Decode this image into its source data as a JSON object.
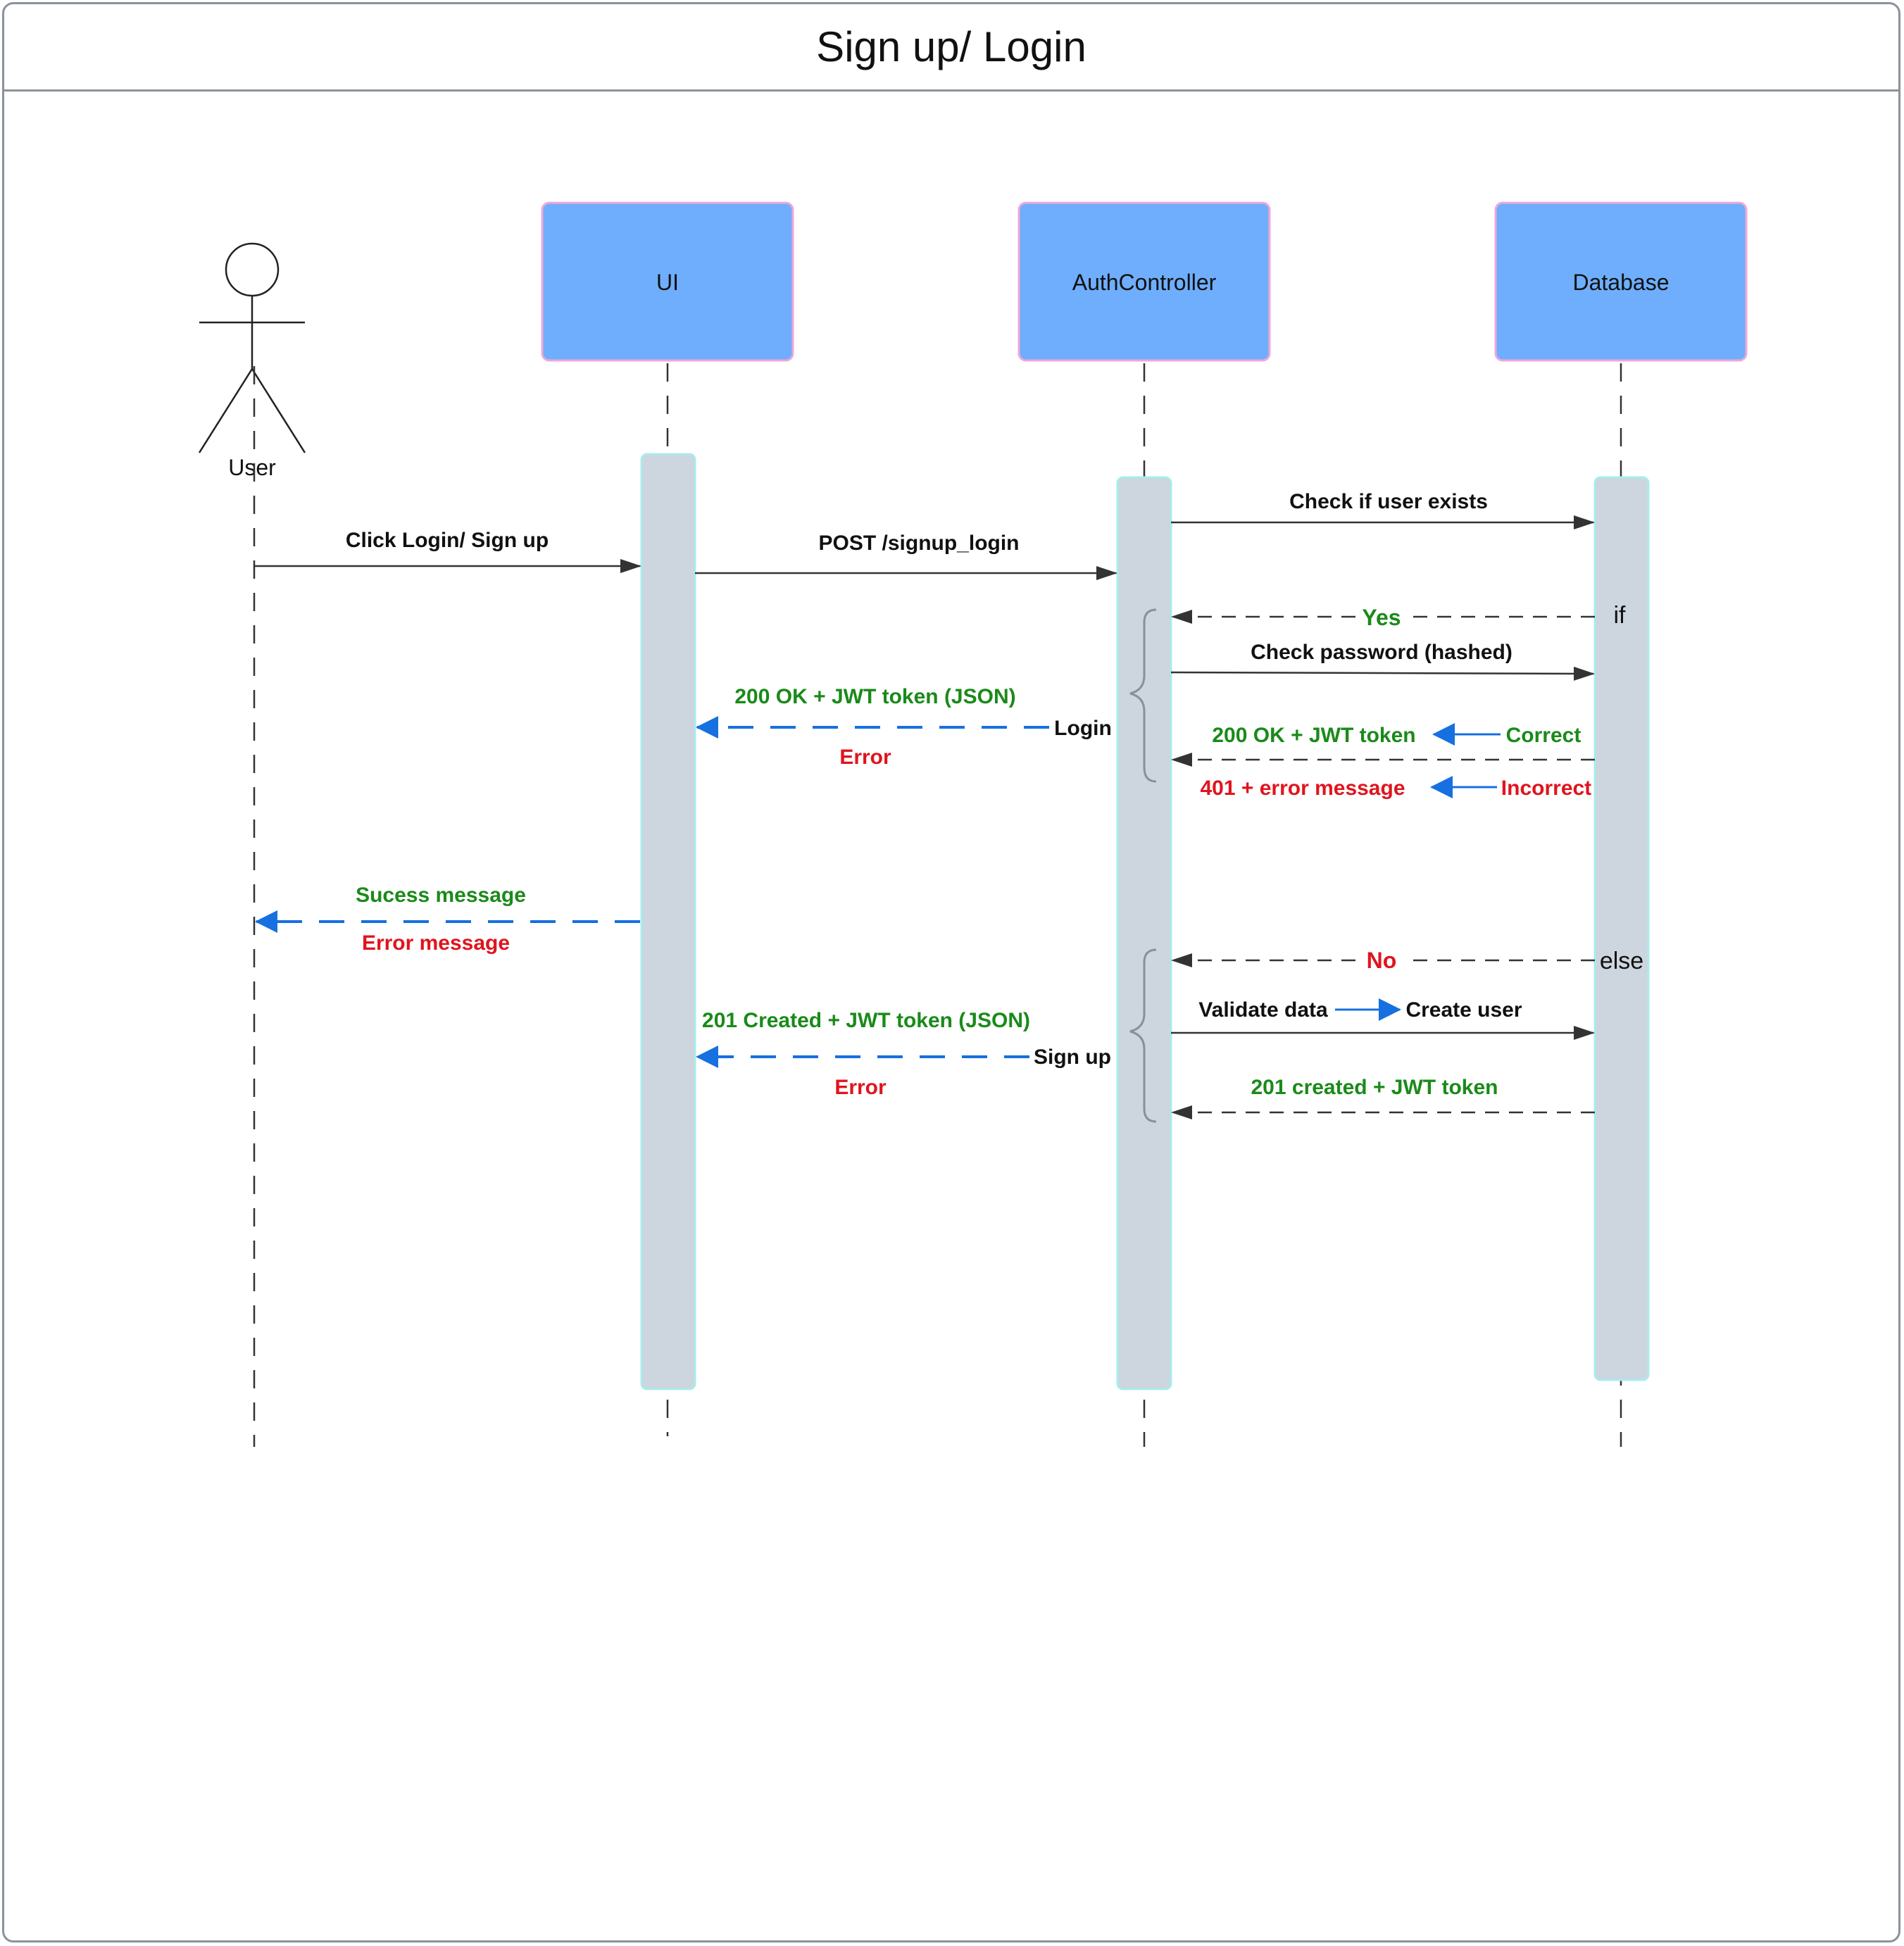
{
  "title": "Sign up/ Login",
  "participants": {
    "user": "User",
    "ui": "UI",
    "auth": "AuthController",
    "db": "Database"
  },
  "messages": {
    "click_login": "Click Login/ Sign up",
    "post_signup": "POST /signup_login",
    "check_user": "Check if user exists",
    "if_label": "if",
    "yes_label": "Yes",
    "check_password": "Check password (hashed)",
    "ok_jwt_json": "200 OK + JWT token (JSON)",
    "login_label": "Login",
    "login_error": "Error",
    "ok_jwt": "200 OK + JWT token",
    "correct": "Correct",
    "err_401": "401 + error  message",
    "incorrect": "Incorrect",
    "success_msg": "Sucess message",
    "error_msg": "Error message",
    "no_label": "No",
    "else_label": "else",
    "validate": "Validate data",
    "create_user": "Create user",
    "created_jwt_json": "201 Created + JWT token (JSON)",
    "signup_label": "Sign up",
    "signup_error": "Error",
    "created_jwt": "201 created + JWT token"
  },
  "colors": {
    "participant_fill": "#6eaefd",
    "participant_border": "#f0a8d8",
    "activation_fill": "#cdd5de",
    "activation_border": "#a8ecec",
    "green": "#1a8a1a",
    "red": "#e0141e",
    "blue_arrow": "#1670e0",
    "frame": "#8b929b"
  }
}
